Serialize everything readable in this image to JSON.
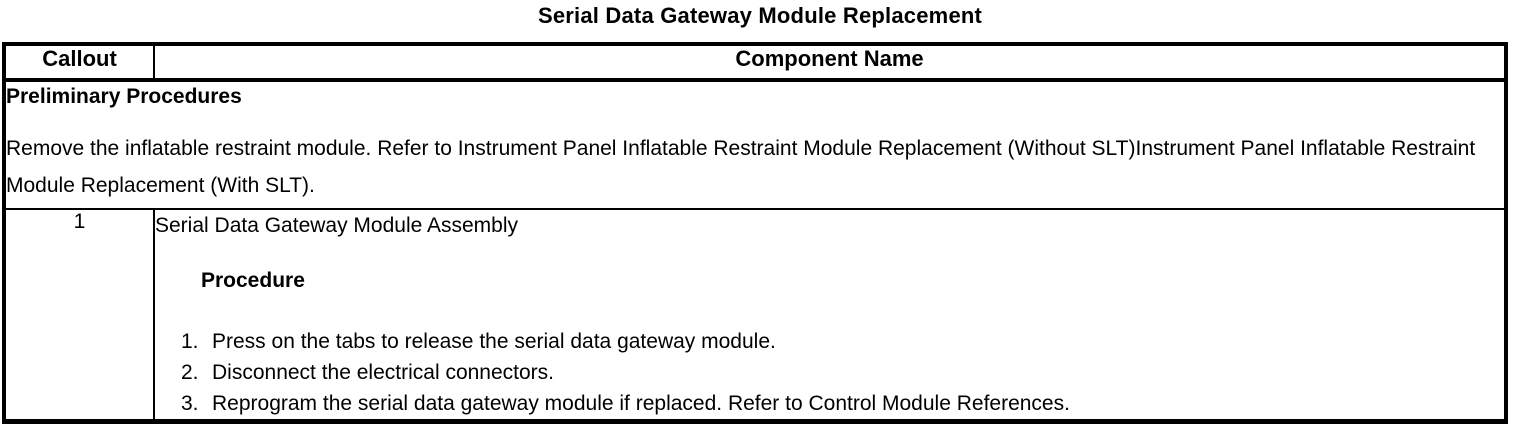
{
  "page_title": "Serial Data Gateway Module Replacement",
  "table": {
    "header": {
      "callout": "Callout",
      "component_name": "Component Name"
    },
    "preliminary": {
      "heading": "Preliminary Procedures",
      "body": "Remove the inflatable restraint module. Refer to Instrument Panel Inflatable Restraint Module Replacement (Without SLT)Instrument Panel Inflatable Restraint Module Replacement (With SLT)."
    },
    "rows": [
      {
        "callout": "1",
        "component": "Serial Data Gateway Module Assembly",
        "procedure_heading": "Procedure",
        "steps": [
          {
            "num": "1.",
            "text": "Press on the tabs to release the serial data gateway module."
          },
          {
            "num": "2.",
            "text": "Disconnect the electrical connectors."
          },
          {
            "num": "3.",
            "text": "Reprogram the serial data gateway module if replaced. Refer to Control Module References."
          }
        ]
      }
    ]
  }
}
